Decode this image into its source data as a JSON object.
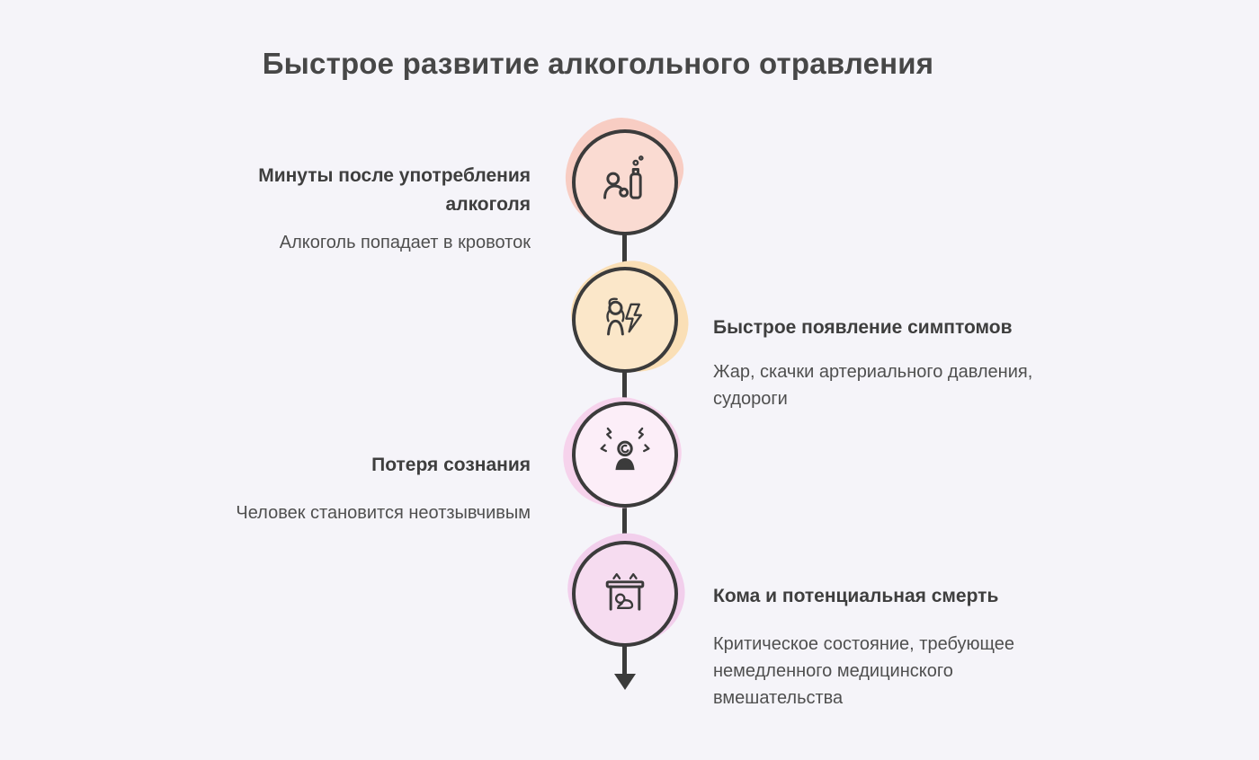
{
  "page": {
    "title": "Быстрое развитие алкогольного отравления",
    "background_color": "#f5f4f9",
    "line_color": "#3b3b3b"
  },
  "timeline": {
    "steps": [
      {
        "title": "Минуты после употребления алкоголя",
        "description": "Алкоголь попадает в кровоток",
        "side": "left",
        "icon": "person-drinking-icon",
        "blob_color": "#f8cdc3",
        "circle_color": "#fadbd2"
      },
      {
        "title": "Быстрое появление симптомов",
        "description": "Жар, скачки артериального давления, судороги",
        "side": "right",
        "icon": "person-lightning-icon",
        "blob_color": "#fadfb6",
        "circle_color": "#fbe7c9"
      },
      {
        "title": "Потеря сознания",
        "description": "Человек становится неотзывчивым",
        "side": "left",
        "icon": "dizzy-person-icon",
        "blob_color": "#f6d3ec",
        "circle_color": "#fceef8"
      },
      {
        "title": "Кома и потенциальная смерть",
        "description": "Критическое состояние, требующее немедленного медицинского вмешательства",
        "side": "right",
        "icon": "person-under-table-icon",
        "blob_color": "#f2cfec",
        "circle_color": "#f6dcf0"
      }
    ]
  }
}
